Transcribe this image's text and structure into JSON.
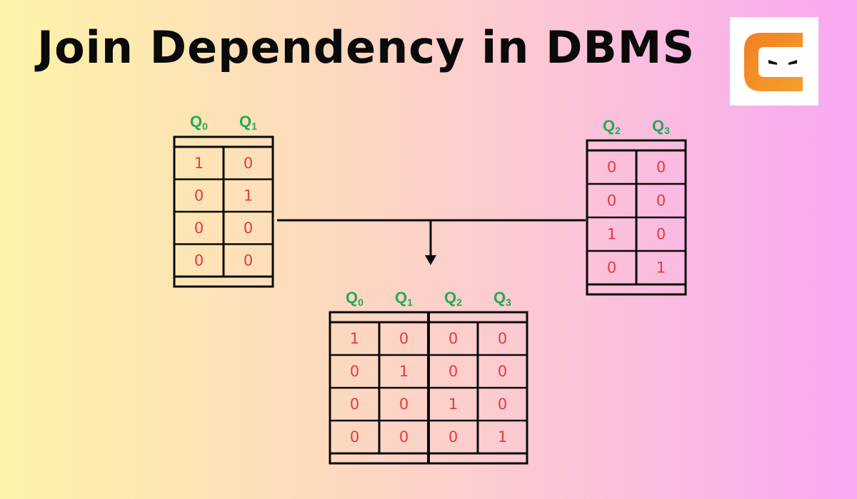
{
  "title": "Join Dependency in DBMS",
  "colors": {
    "header": "#1faa59",
    "value": "#e23b3b",
    "line": "#0a0a0a",
    "logo_orange": "#f47e22",
    "logo_yellow": "#f2a12c"
  },
  "logo": {
    "icon": "coding-ninjas-logo-icon"
  },
  "tables": {
    "left": {
      "headers": [
        {
          "main": "Q",
          "sub": "0"
        },
        {
          "main": "Q",
          "sub": "1"
        }
      ],
      "rows": [
        [
          "1",
          "0"
        ],
        [
          "0",
          "1"
        ],
        [
          "0",
          "0"
        ],
        [
          "0",
          "0"
        ]
      ]
    },
    "right": {
      "headers": [
        {
          "main": "Q",
          "sub": "2"
        },
        {
          "main": "Q",
          "sub": "3"
        }
      ],
      "rows": [
        [
          "0",
          "0"
        ],
        [
          "0",
          "0"
        ],
        [
          "1",
          "0"
        ],
        [
          "0",
          "1"
        ]
      ]
    },
    "joined": {
      "headers": [
        {
          "main": "Q",
          "sub": "0"
        },
        {
          "main": "Q",
          "sub": "1"
        },
        {
          "main": "Q",
          "sub": "2"
        },
        {
          "main": "Q",
          "sub": "3"
        }
      ],
      "rows": [
        [
          "1",
          "0",
          "0",
          "0"
        ],
        [
          "0",
          "1",
          "0",
          "0"
        ],
        [
          "0",
          "0",
          "1",
          "0"
        ],
        [
          "0",
          "0",
          "0",
          "1"
        ]
      ]
    }
  }
}
